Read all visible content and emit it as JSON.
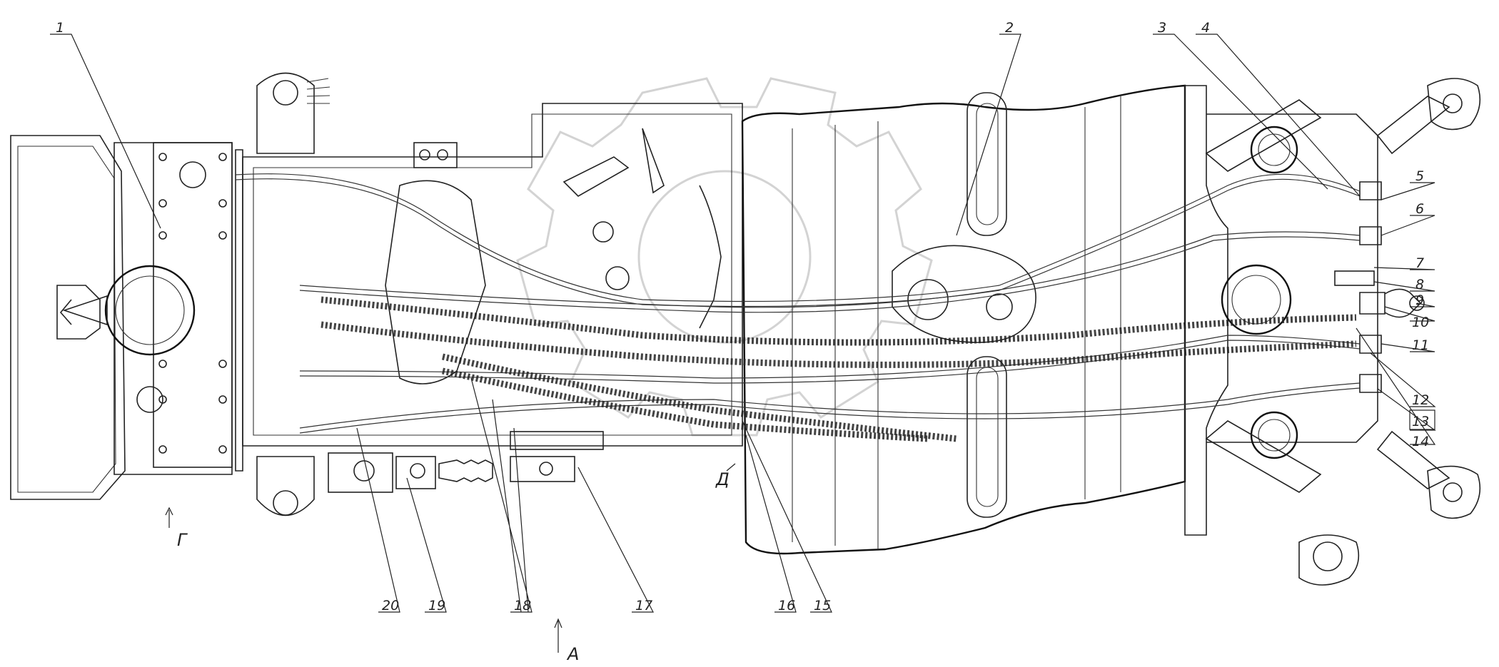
{
  "callouts": {
    "c1": "1",
    "c2": "2",
    "c3": "3",
    "c4": "4",
    "c5": "5",
    "c6": "6",
    "c7": "7",
    "c8": "8",
    "c9": "9",
    "c10": "10",
    "c11": "11",
    "c12": "12",
    "c13": "13",
    "c14": "14",
    "c15": "15",
    "c16": "16",
    "c17": "17",
    "c18": "18",
    "c19": "19",
    "c20": "20"
  },
  "view_markers": {
    "a": "А",
    "g": "Г",
    "d": "Д"
  },
  "watermark": {
    "kind": "gear-watermark"
  }
}
